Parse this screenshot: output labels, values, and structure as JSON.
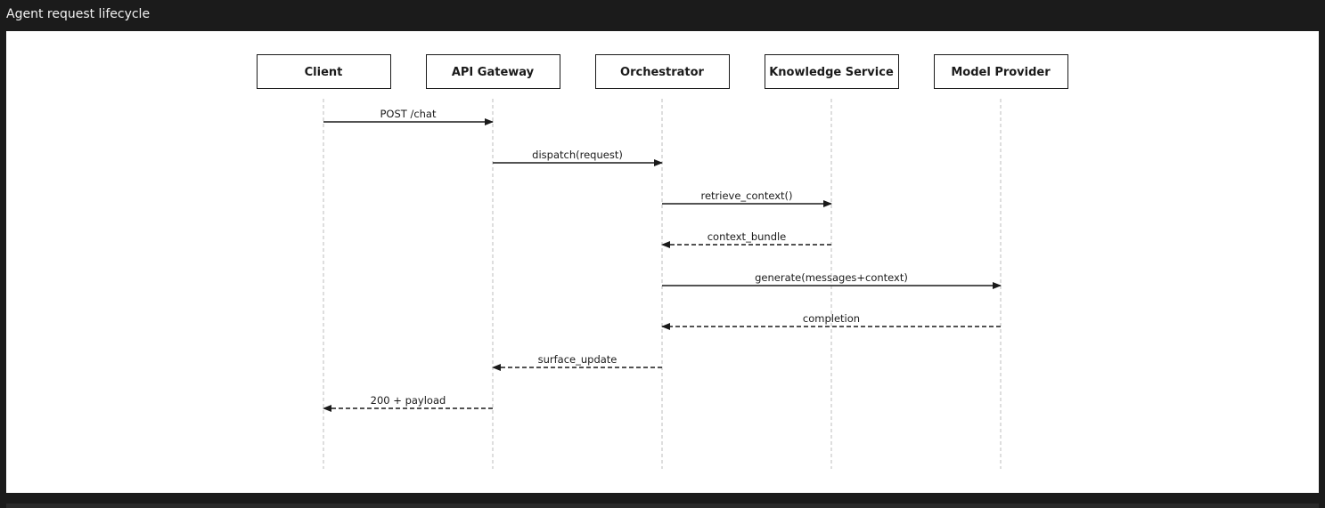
{
  "window": {
    "title": "Agent request lifecycle"
  },
  "diagram": {
    "type": "sequence",
    "participants": [
      {
        "id": "client",
        "label": "Client"
      },
      {
        "id": "gateway",
        "label": "API Gateway"
      },
      {
        "id": "orchestrator",
        "label": "Orchestrator"
      },
      {
        "id": "knowledge",
        "label": "Knowledge Service"
      },
      {
        "id": "model",
        "label": "Model Provider"
      }
    ],
    "messages": [
      {
        "from": 0,
        "to": 1,
        "label": "POST /chat",
        "style": "solid"
      },
      {
        "from": 1,
        "to": 2,
        "label": "dispatch(request)",
        "style": "solid"
      },
      {
        "from": 2,
        "to": 3,
        "label": "retrieve_context()",
        "style": "solid"
      },
      {
        "from": 3,
        "to": 2,
        "label": "context_bundle",
        "style": "dashed"
      },
      {
        "from": 2,
        "to": 4,
        "label": "generate(messages+context)",
        "style": "solid"
      },
      {
        "from": 4,
        "to": 2,
        "label": "completion",
        "style": "dashed"
      },
      {
        "from": 2,
        "to": 1,
        "label": "surface_update",
        "style": "dashed"
      },
      {
        "from": 1,
        "to": 0,
        "label": "200 + payload",
        "style": "dashed"
      }
    ],
    "colors": {
      "line": "#1a1a1a",
      "lifeline": "#bdbdbd",
      "box_border": "#1a1a1a",
      "text": "#1a1a1a"
    }
  }
}
